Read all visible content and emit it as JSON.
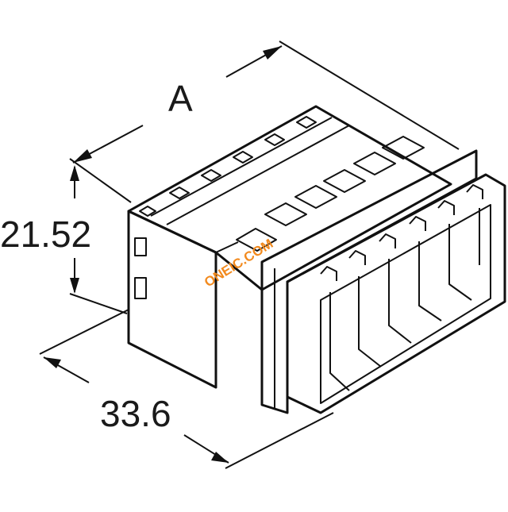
{
  "diagram": {
    "dimension_depth_label": "A",
    "dimension_height_label": "21.52",
    "dimension_width_label": "33.6",
    "watermark": "ONEIC.COM"
  },
  "colors": {
    "line": "#111111",
    "watermark": "#f28a1e",
    "background": "#ffffff"
  }
}
